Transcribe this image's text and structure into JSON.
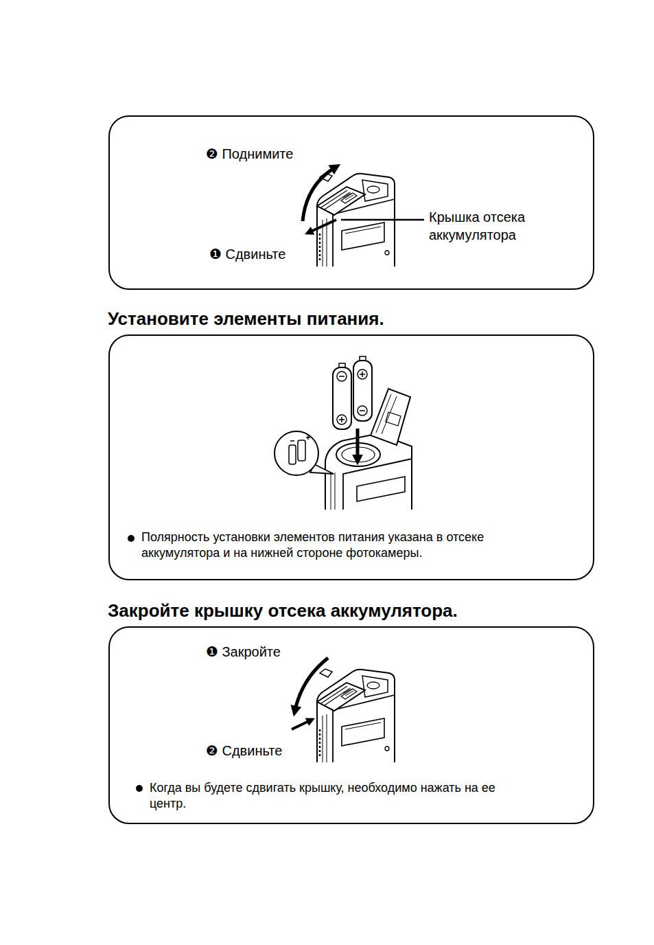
{
  "diagram": {
    "nodes": [
      {
        "text": [
          "❷ Поднимите",
          "Крышка отсека аккумулятора",
          "❶ Сдвиньте"
        ]
      },
      {
        "text": [
          "Установите элементы питания.",
          "Полярность установки элементов питания указана в отсеке аккумулятора и на нижней стороне фотокамеры."
        ]
      },
      {
        "text": [
          "Закройте крышку отсека аккумулятора.",
          "❶ Закройте",
          "❷ Сдвиньте",
          "Когда вы будете сдвигать крышку, необходимо нажать на ее центр."
        ]
      }
    ]
  }
}
